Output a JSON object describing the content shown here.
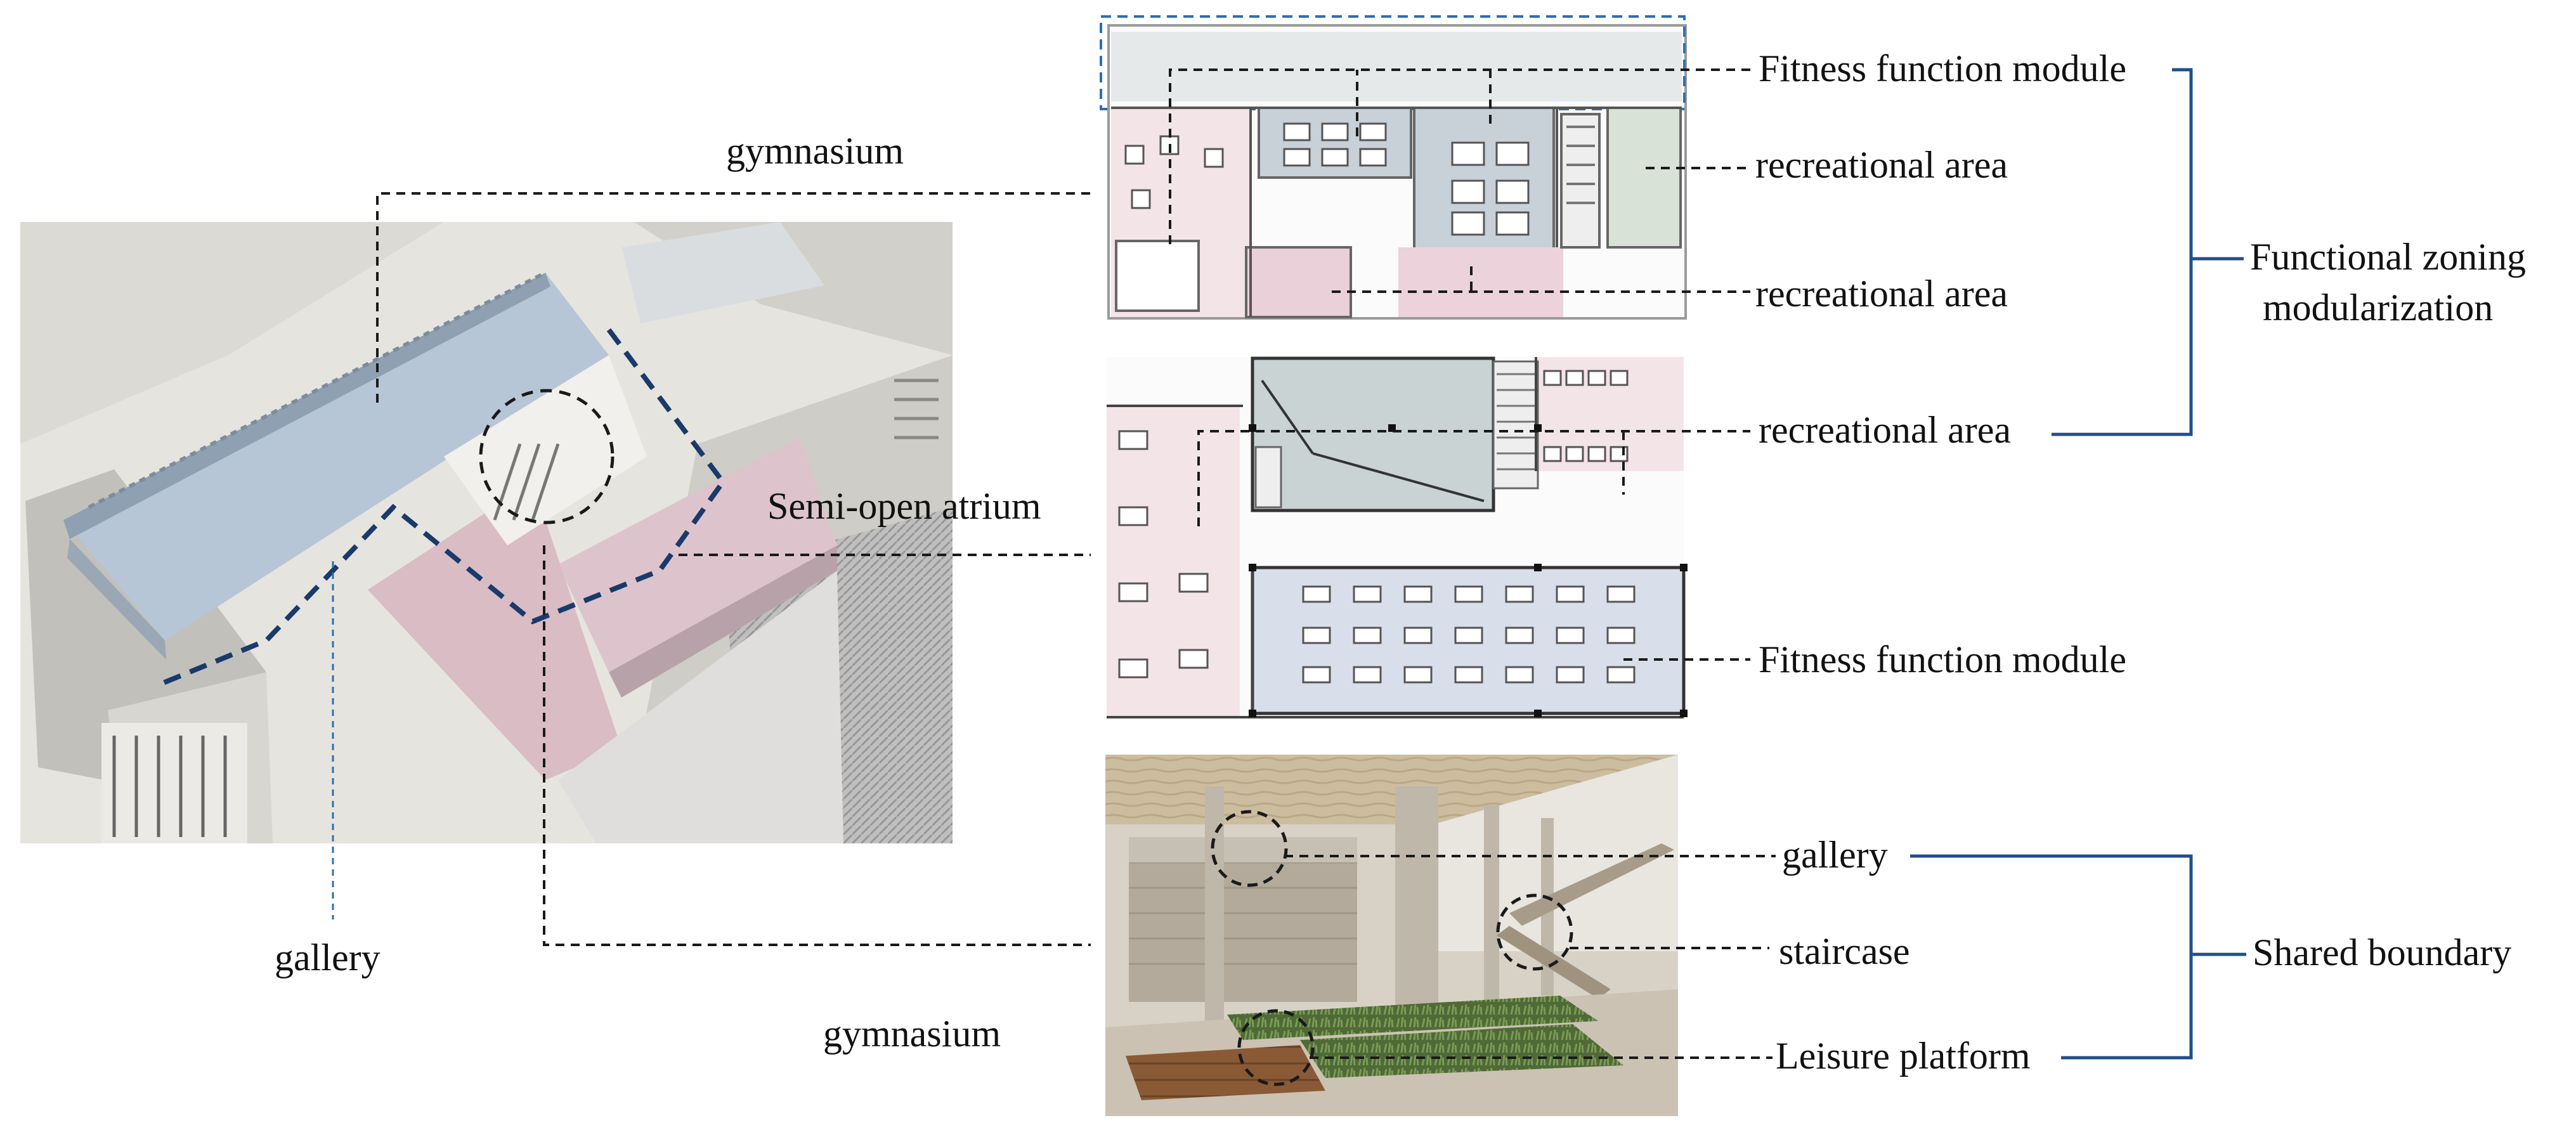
{
  "labels": {
    "gymnasium_top": "gymnasium",
    "gymnasium_bottom": "gymnasium",
    "gallery_left": "gallery",
    "semi_open_atrium": "Semi-open atrium",
    "fitness_module_top": "Fitness function module",
    "recreational_area_1": "recreational area",
    "recreational_area_2": "recreational area",
    "recreational_area_3": "recreational area",
    "fitness_module_mid": "Fitness function module",
    "gallery_right": "gallery",
    "staircase": "staircase",
    "leisure_platform": "Leisure platform"
  },
  "groups": {
    "functional_zoning_line1": "Functional zoning",
    "functional_zoning_line2": "modularization",
    "shared_boundary": "Shared boundary"
  },
  "colors": {
    "bracket_blue": "#1f4e8c",
    "dash_navy": "#1a3a6b",
    "leader": "#1a1a1a",
    "gym_zone_blue": "#c9d6e6",
    "recreation_zone_pink": "#ecd3db",
    "atrium_wood": "#c9b89a"
  }
}
